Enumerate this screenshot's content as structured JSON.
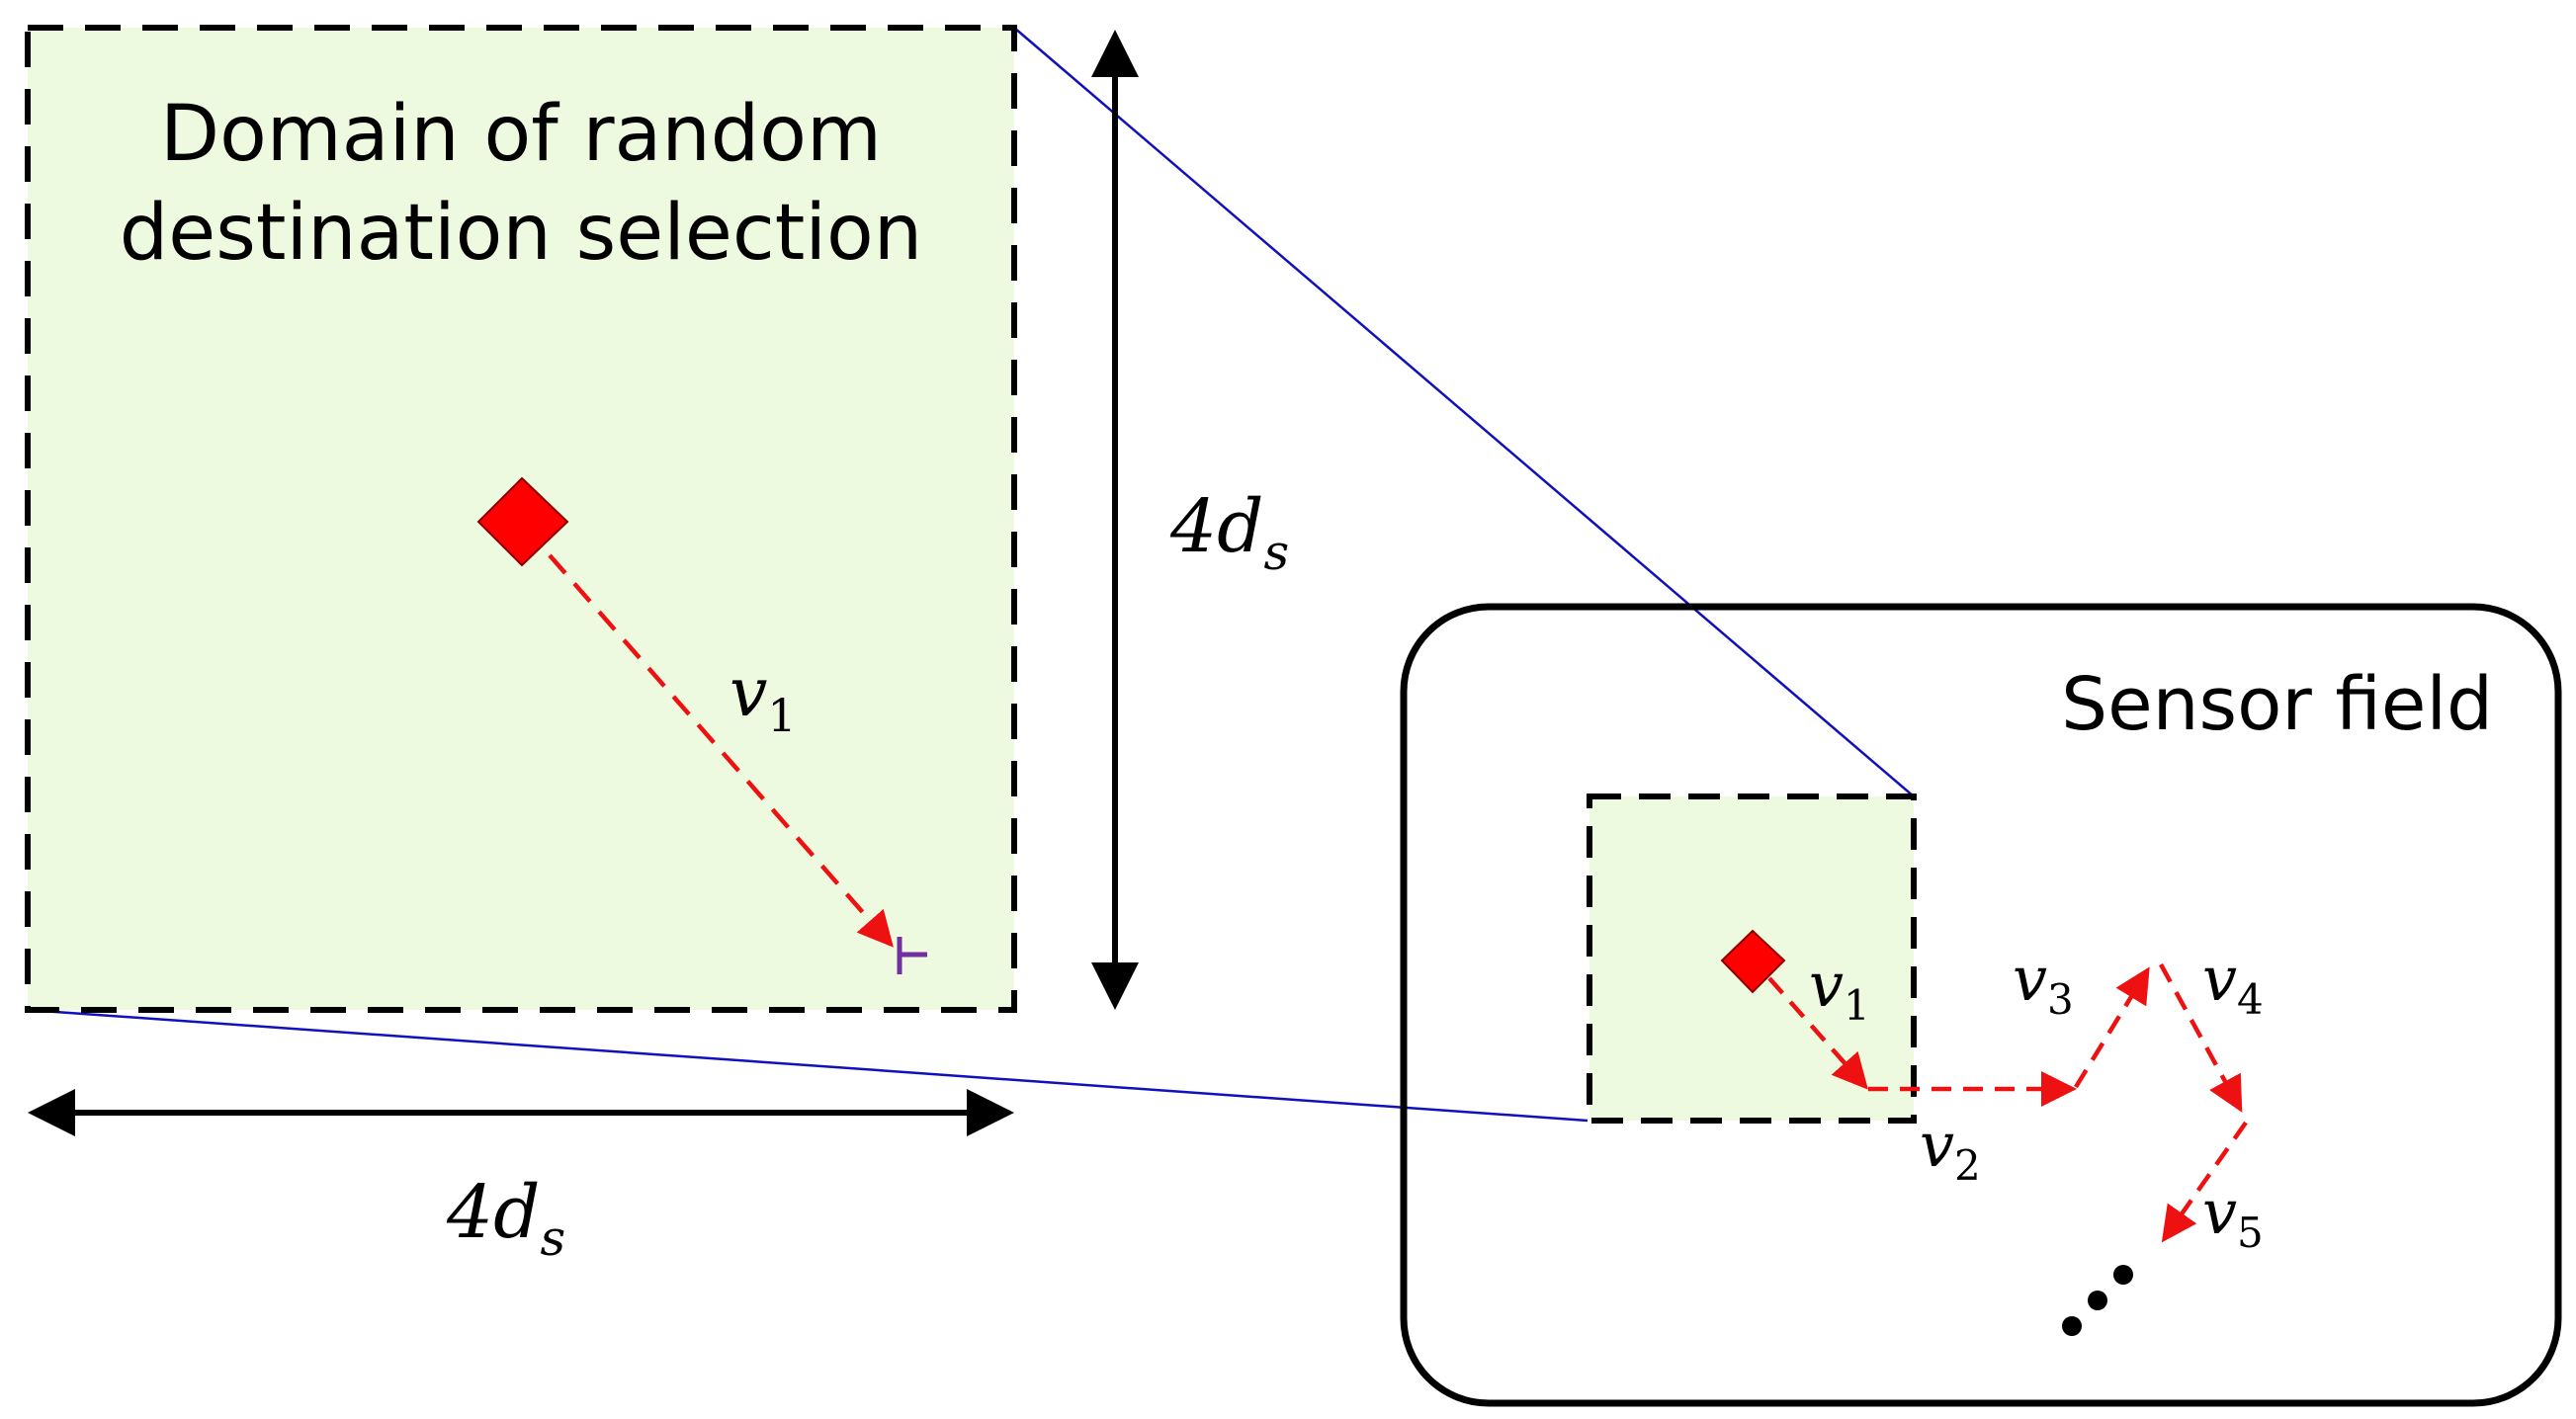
{
  "domain_label_line1": "Domain of random",
  "domain_label_line2": "destination selection",
  "sensor_field_label": "Sensor field",
  "dimension": {
    "base": "4d",
    "subscript": "s"
  },
  "velocity_symbol": "v",
  "velocity_labels": [
    "1",
    "1",
    "2",
    "3",
    "4",
    "5"
  ],
  "ellipsis": "...",
  "colors": {
    "domain_fill": "#eefadf",
    "path": "#ee1111",
    "node": "#ff0000",
    "destination_marker": "#7030a0",
    "zoom_line": "#1111bb",
    "outline": "#000000"
  },
  "icons": {
    "node": "red-diamond",
    "destination": "purple-plus"
  }
}
